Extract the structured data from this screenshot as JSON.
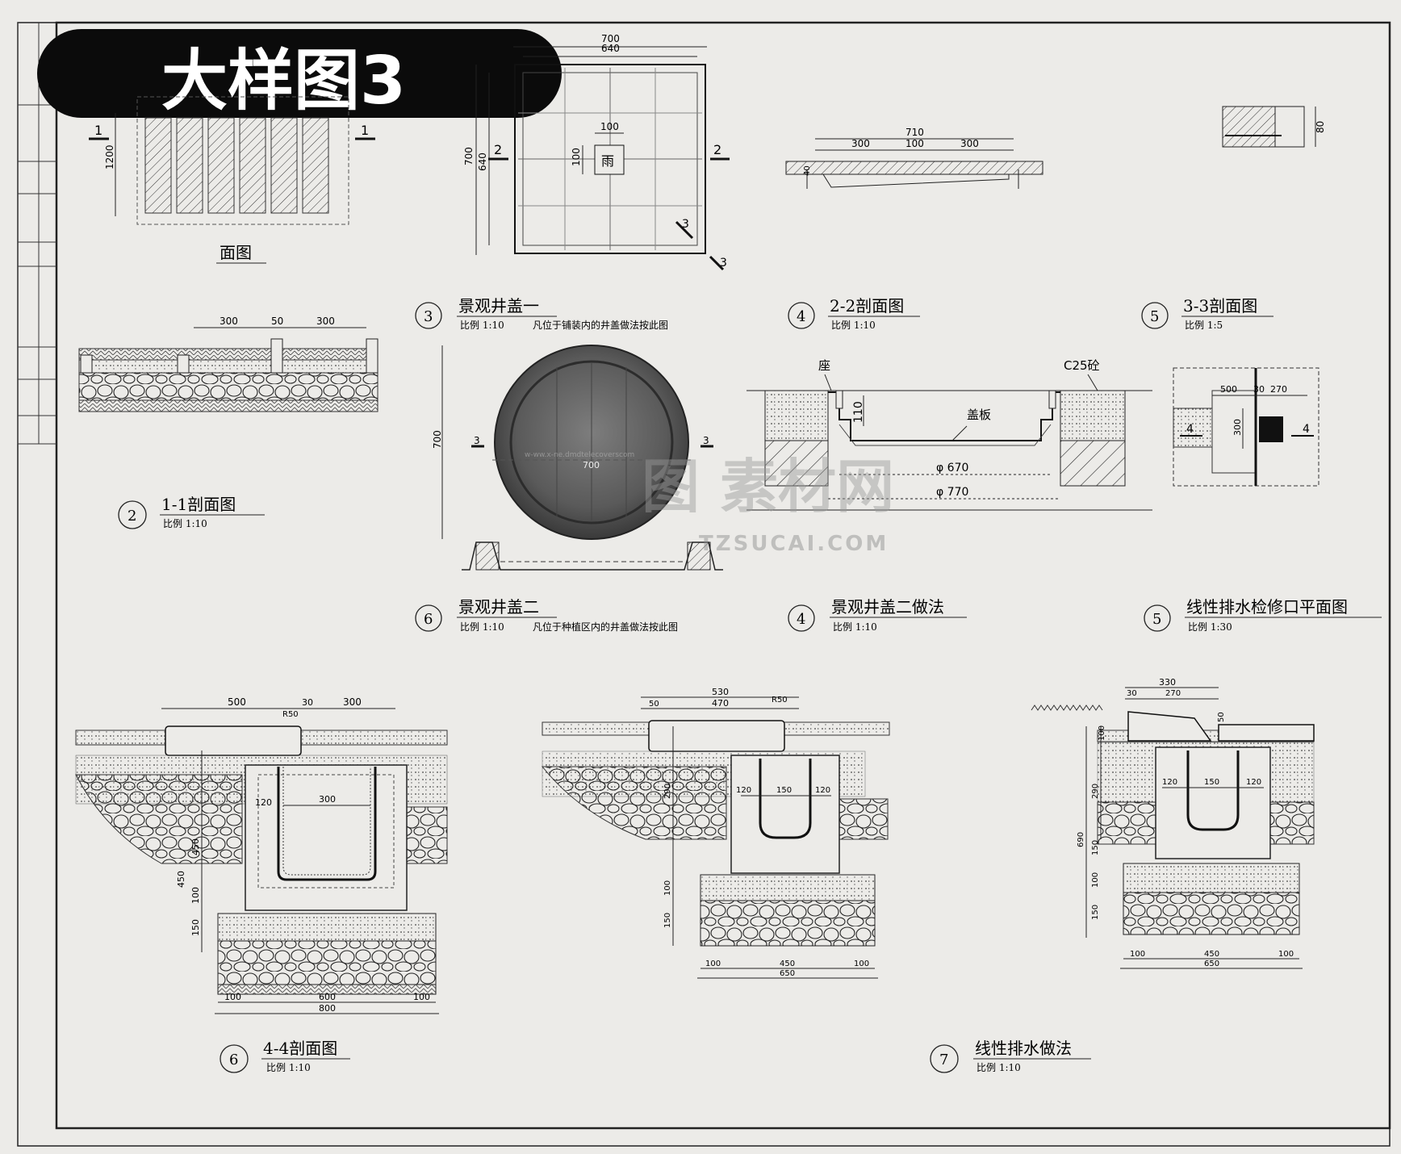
{
  "banner": {
    "title": "大样图3"
  },
  "plan_top_left": {
    "label": "面图",
    "dim_1200": "1200",
    "sec_mark": "1"
  },
  "cover1": {
    "dims": {
      "d700": "700",
      "d640": "640",
      "d100": "100",
      "d700v": "700",
      "d640v": "640",
      "d100v": "100"
    },
    "center_char": "雨",
    "sec2": "2",
    "sec3": "3",
    "caption": {
      "num": "3",
      "title": "景观井盖一",
      "scale": "比例 1:10",
      "note": "凡位于铺装内的井盖做法按此图"
    }
  },
  "sec22": {
    "dims": {
      "d710": "710",
      "d300a": "300",
      "d100": "100",
      "d300b": "300",
      "d40": "40"
    },
    "caption": {
      "num": "4",
      "title": "2-2剖面图",
      "scale": "比例 1:10"
    }
  },
  "sec33": {
    "dims": {
      "d80": "80"
    },
    "caption": {
      "num": "5",
      "title": "3-3剖面图",
      "scale": "比例 1:5"
    }
  },
  "sec11": {
    "dims": {
      "d300a": "300",
      "d50": "50",
      "d300b": "300"
    },
    "caption": {
      "num": "2",
      "title": "1-1剖面图",
      "scale": "比例 1:10"
    }
  },
  "cover2": {
    "dims": {
      "d700v": "700",
      "d700h": "700"
    },
    "sec3": "3",
    "caption": {
      "num": "6",
      "title": "景观井盖二",
      "scale": "比例 1:10",
      "note": "凡位于种植区内的井盖做法按此图"
    }
  },
  "cover2_method": {
    "labels": {
      "seat": "座",
      "c25": "C25砼",
      "plate": "盖板",
      "d110": "110",
      "phi670": "φ 670",
      "phi770": "φ 770"
    },
    "caption": {
      "num": "4",
      "title": "景观井盖二做法",
      "scale": "比例 1:10"
    }
  },
  "drain_plan": {
    "dims": {
      "d500": "500",
      "d30": "30",
      "d270": "270",
      "d300": "300"
    },
    "sec4": "4",
    "caption": {
      "num": "5",
      "title": "线性排水检修口平面图",
      "scale": "比例 1:30"
    }
  },
  "sec44": {
    "dims": {
      "d500": "500",
      "r50": "R50",
      "d30": "30",
      "d300t": "300",
      "d100": "100",
      "d120": "120",
      "d300in": "300",
      "d600": "600",
      "d100a": "100",
      "d100b": "100",
      "d800": "800",
      "d150": "150",
      "d450": "450",
      "d450b": "450"
    },
    "caption": {
      "num": "6",
      "title": "4-4剖面图",
      "scale": "比例 1:10"
    }
  },
  "drain_mid": {
    "dims": {
      "d530": "530",
      "d50": "50",
      "d470": "470",
      "r50": "R50",
      "d290": "290",
      "d120a": "120",
      "d150": "150",
      "d120b": "120",
      "d100": "100",
      "d150b": "150",
      "d100a": "100",
      "d450": "450",
      "d100b": "100",
      "d650": "650"
    }
  },
  "drain_right": {
    "dims": {
      "d330": "330",
      "d30": "30",
      "d270": "270",
      "d50": "50",
      "d100": "100",
      "d290": "290",
      "d690": "690",
      "d150": "150",
      "d100b": "100",
      "d150b": "150",
      "d120a": "120",
      "d150c": "150",
      "d120b": "120",
      "d100a": "100",
      "d450": "450",
      "d100c": "100",
      "d650": "650"
    }
  },
  "drain_method": {
    "caption": {
      "num": "7",
      "title": "线性排水做法",
      "scale": "比例 1:10"
    }
  },
  "watermark": {
    "cn": "图 素材网",
    "en": "TZSUCAI.COM",
    "url": "w-ww.x-ne.dmdtelecoverscom"
  }
}
